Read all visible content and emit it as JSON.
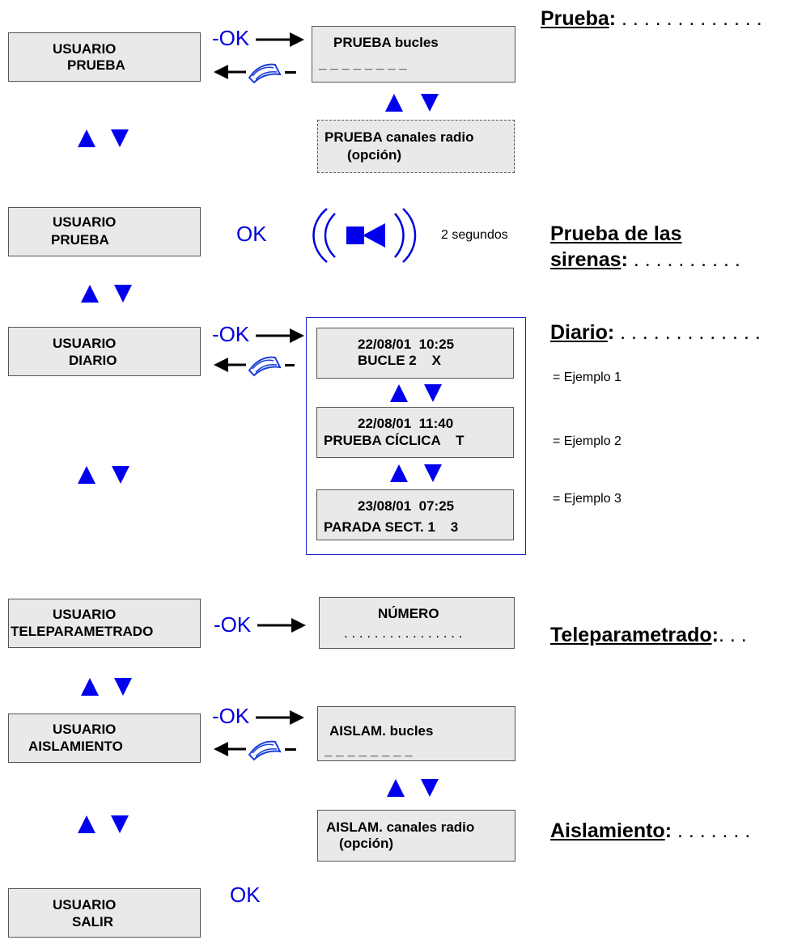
{
  "menus": {
    "prueba": {
      "line1": "USUARIO",
      "line2": "PRUEBA"
    },
    "sirenas": {
      "line1": "USUARIO",
      "line2": "PRUEBA"
    },
    "diario": {
      "line1": "USUARIO",
      "line2": "DIARIO"
    },
    "teleparam": {
      "line1": "USUARIO",
      "line2": "TELEPARAMETRADO"
    },
    "aislamiento": {
      "line1": "USUARIO",
      "line2": "AISLAMIENTO"
    },
    "salir": {
      "line1": "USUARIO",
      "line2": "SALIR"
    }
  },
  "submenus": {
    "prueba_bucles": {
      "line1": "PRUEBA bucles",
      "line2": "_ _ _ _ _ _ _ _"
    },
    "prueba_radio": {
      "line1": "PRUEBA canales radio",
      "line2": "(opción)"
    },
    "diario_1": {
      "line1": "22/08/01  10:25",
      "line2": "BUCLE 2    X"
    },
    "diario_2": {
      "line1": "22/08/01  11:40",
      "line2": "PRUEBA CÍCLICA    T"
    },
    "diario_3": {
      "line1": "23/08/01  07:25",
      "line2": "PARADA SECT. 1    3"
    },
    "numero": {
      "line1": "NÚMERO",
      "line2": ". . . . . . . . . . . . . . . ."
    },
    "aislam_bucles": {
      "line1": "AISLAM. bucles",
      "line2": "_ _ _ _ _ _ _ _"
    },
    "aislam_radio": {
      "line1": "AISLAM. canales radio",
      "line2": "(opción)"
    }
  },
  "ok_label": "OK",
  "ok_forward": "-OK",
  "siren_duration": "2 segundos",
  "headings": {
    "prueba": {
      "title": "Prueba",
      "colon": ":",
      "dots": " . . . . . . . . . . . . ."
    },
    "sirenas": {
      "title_line1": "Prueba de las",
      "title_line2": "sirenas",
      "colon": ":",
      "dots": " . . . . . . . . . ."
    },
    "diario": {
      "title": "Diario",
      "colon": ":",
      "dots": " . . . . . . . . . . . . ."
    },
    "teleparam": {
      "title": "Teleparametrado",
      "colon": ":",
      "dots": ". . ."
    },
    "aislamiento": {
      "title": "Aislamiento",
      "colon": ":",
      "dots": " . . . . . . ."
    }
  },
  "examples": [
    "= Ejemplo 1",
    "= Ejemplo 2",
    "= Ejemplo 3"
  ],
  "colors": {
    "accent": "#0000ee",
    "lcd_bg": "#e9e9e9"
  },
  "icons": [
    "up-arrow-icon",
    "down-arrow-icon",
    "book-icon",
    "siren-icon",
    "right-arrow-icon",
    "left-arrow-icon"
  ]
}
